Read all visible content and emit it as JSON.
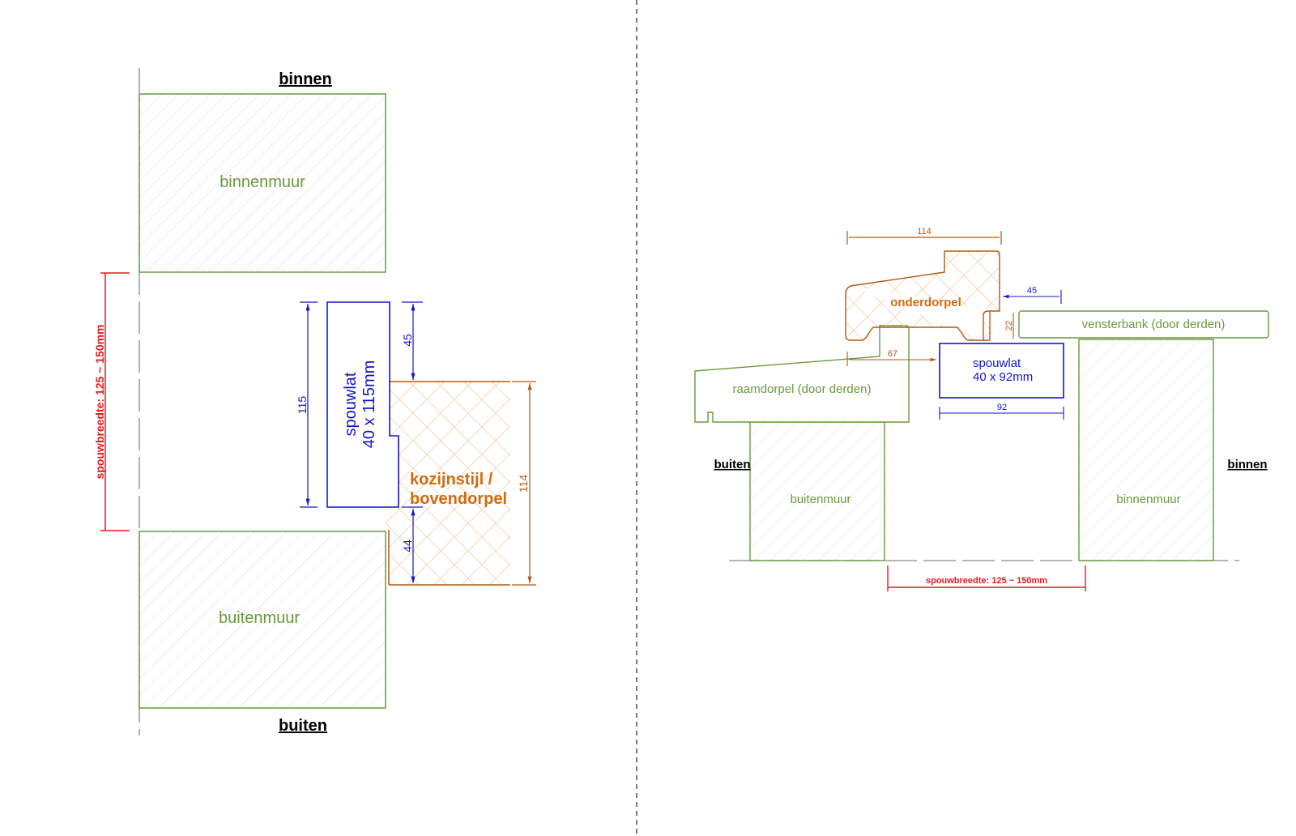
{
  "colors": {
    "wall": "#6a9a3c",
    "batten": "#1515c8",
    "frame": "#b25a12",
    "frame_text": "#d26a10",
    "cavity": "#e41a1a",
    "ink": "#000000",
    "axis": "#777777"
  },
  "left_view": {
    "label_inside": "binnen",
    "label_outside": "buiten",
    "inner_wall": "binnenmuur",
    "outer_wall": "buitenmuur",
    "batten_name": "spouwlat",
    "batten_size": "40 x 115mm",
    "frame_line1": "kozijnstijl /",
    "frame_line2": "bovendorpel",
    "cavity_dim": "spouwbreedte: 125 ~ 150mm",
    "dim_batten_height": "115",
    "dim_top_offset": "45",
    "dim_bottom_offset": "44",
    "dim_frame_depth": "114"
  },
  "right_view": {
    "label_outside": "buiten",
    "label_inside": "binnen",
    "sill": "onderdorpel",
    "outer_sill": "raamdorpel (door derden)",
    "window_board": "vensterbank (door derden)",
    "batten_name": "spouwlat",
    "batten_size": "40 x 92mm",
    "outer_wall": "buitenmuur",
    "inner_wall": "binnenmuur",
    "cavity_dim": "spouwbreedte: 125 ~ 150mm",
    "dim_sill_depth": "114",
    "dim_inner_offset": "45",
    "dim_board_gap": "22",
    "dim_outer_offset": "67",
    "dim_batten_width": "92"
  }
}
